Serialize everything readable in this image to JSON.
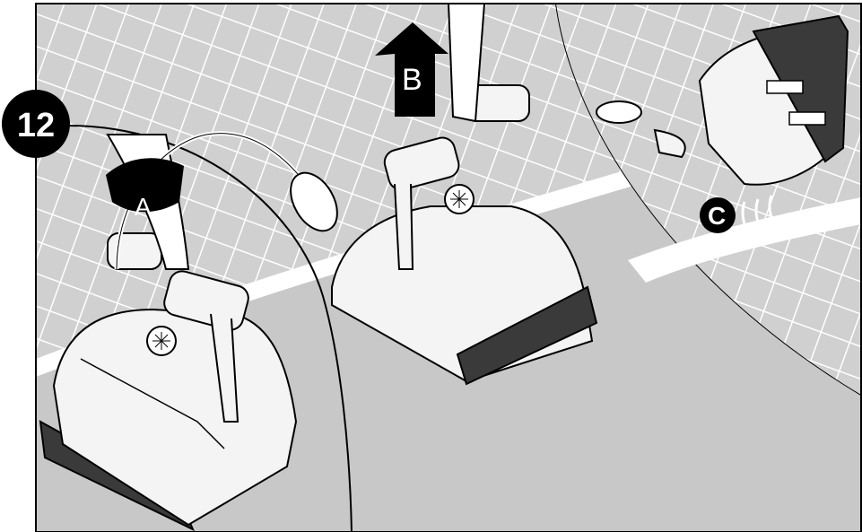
{
  "step": {
    "number": "12"
  },
  "labels": {
    "a": "A",
    "b": "B",
    "c": "C"
  },
  "colors": {
    "pool_wall": "#d0d0d0",
    "grid_line": "#ffffff",
    "floor": "#c8c8c8",
    "robot_body": "#f4f4f4",
    "robot_track": "#3a3a3a",
    "outline": "#000000",
    "badge": "#000000"
  },
  "icons": {
    "rotate_arrow": "rotate-arrow-icon",
    "lift_arrow": "up-arrow-icon",
    "motion_lines": "motion-lines-icon"
  }
}
